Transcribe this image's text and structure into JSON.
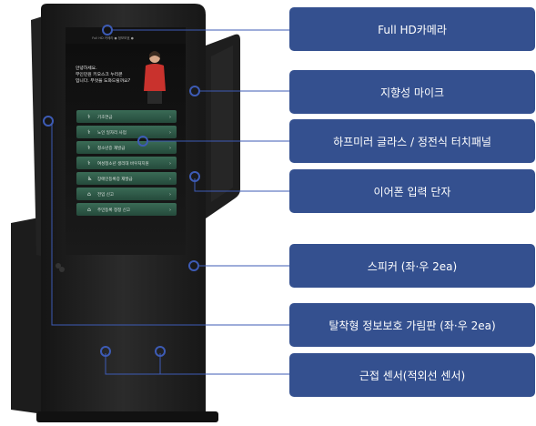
{
  "screen": {
    "topbar": "Full HD 카메라 ● 정보보호 ●",
    "greeting": [
      "안녕하세요.",
      "무인민원 키오스크 누리콘",
      "입니다. 무엇을 도와드릴까요?"
    ],
    "menu_items": [
      "기초연금",
      "노인 일자리 사업",
      "청소년증 재발급",
      "여성청소년 생리대 바우처지원",
      "장애인등록증 재발급",
      "전입 신고",
      "주민등록 정정 신고"
    ]
  },
  "callouts": [
    "Full HD카메라",
    "지향성 마이크",
    "하프미러 글라스 / 정전식 터치패널",
    "이어폰 입력 단자",
    "스피커 (좌·우 2ea)",
    "탈착형 정보보호 가림판 (좌·우 2ea)",
    "근접 센서(적외선 센서)"
  ],
  "colors": {
    "label_bg": "#34508f",
    "marker": "#3d5bb5",
    "leader_line": "#3d5bb5",
    "menu_button": "#2f5a48"
  }
}
